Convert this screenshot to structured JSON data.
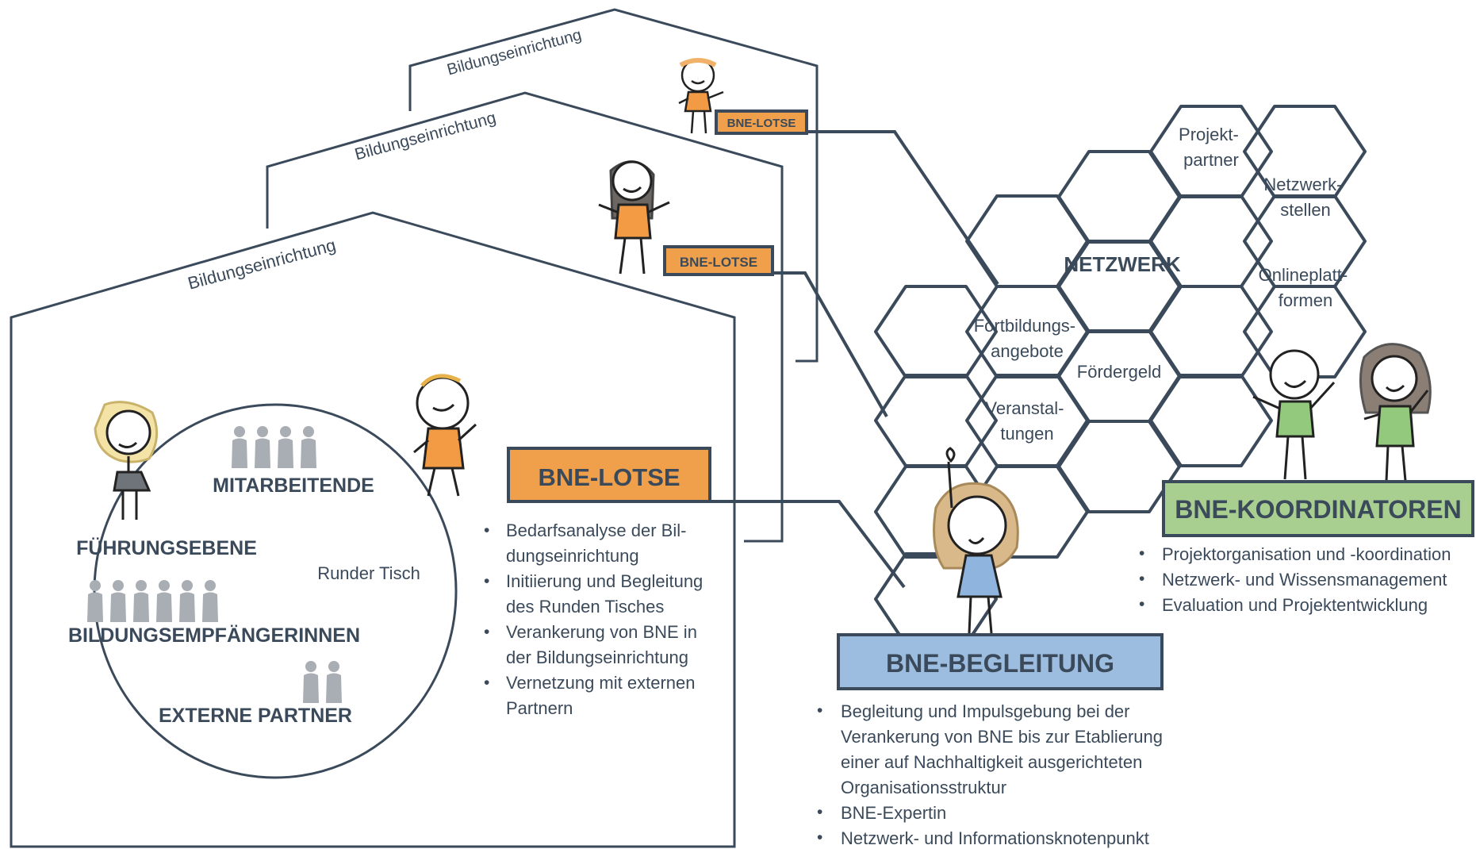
{
  "houses": {
    "label": "Bildungseinrichtung"
  },
  "lotse_small_badge": "BNE-LOTSE",
  "lotse": {
    "title": "BNE-LOTSE",
    "bullets": [
      [
        "Bedarfsanalyse der Bil-",
        "dungseinrichtung"
      ],
      [
        "Initiierung und Begleitung",
        "des Runden Tisches"
      ],
      [
        "Verankerung von BNE in",
        "der Bildungseinrichtung"
      ],
      [
        "Vernetzung mit externen",
        "Partnern"
      ]
    ]
  },
  "round_table": {
    "label": "Runder Tisch",
    "groups": {
      "mitarbeitende": "MITARBEITENDE",
      "fuehrungsebene": "FÜHRUNGSEBENE",
      "bildungsempfaengerinnen": "BILDUNGSEMPFÄNGERINNEN",
      "externe_partner": "EXTERNE PARTNER"
    }
  },
  "network": {
    "title": "NETZWERK",
    "cells": {
      "projekt": [
        "Projekt-",
        "partner"
      ],
      "netzwerkstellen": [
        "Netzwerk-",
        "stellen"
      ],
      "online": [
        "Onlineplatt-",
        "formen"
      ],
      "fortbildung": [
        "Fortbildungs-",
        "angebote"
      ],
      "foerdergeld": [
        "Fördergeld"
      ],
      "veranstaltungen": [
        "Veranstal-",
        "tungen"
      ]
    }
  },
  "begleitung": {
    "title": "BNE-BEGLEITUNG",
    "bullets": [
      [
        "Begleitung und Impulsgebung bei der",
        "Verankerung von BNE bis zur Etablierung",
        "einer auf Nachhaltigkeit ausgerichteten",
        "Organisationsstruktur"
      ],
      [
        "BNE-Expertin"
      ],
      [
        "Netzwerk- und Informationsknotenpunkt"
      ]
    ]
  },
  "koordinatoren": {
    "title": "BNE-KOORDINATOREN",
    "bullets": [
      [
        "Projektorganisation und -koordination"
      ],
      [
        "Netzwerk- und Wissensmanagement"
      ],
      [
        "Evaluation und Projektentwicklung"
      ]
    ]
  },
  "colors": {
    "line": "#3b4a5a",
    "orange": "#f0a04b",
    "blue": "#9dbde0",
    "green": "#a9cf90",
    "person_gray": "#a9aeb4",
    "orange_figure": "#f29a44",
    "green_figure": "#93c97c",
    "blue_figure": "#8fb4de"
  }
}
